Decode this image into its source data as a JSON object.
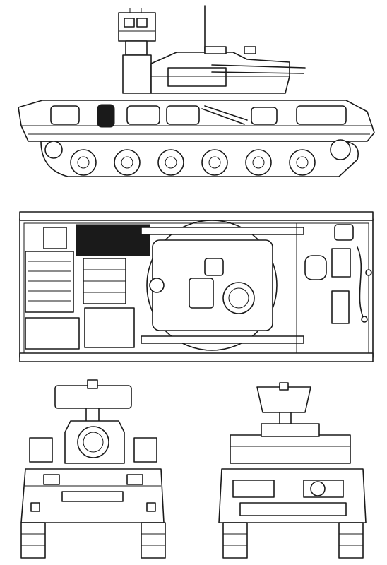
{
  "drawing": {
    "subject": "tracked-anti-aircraft-vehicle",
    "line_color": "#1a1a1a",
    "background_color": "#ffffff",
    "views": [
      {
        "id": "side",
        "icon": "side-elevation-view"
      },
      {
        "id": "top",
        "icon": "top-plan-view"
      },
      {
        "id": "front",
        "icon": "front-elevation-view"
      },
      {
        "id": "rear",
        "icon": "rear-elevation-view"
      }
    ],
    "side_view": {
      "road_wheel_count": 6,
      "icon": "road-wheel-icon"
    }
  }
}
